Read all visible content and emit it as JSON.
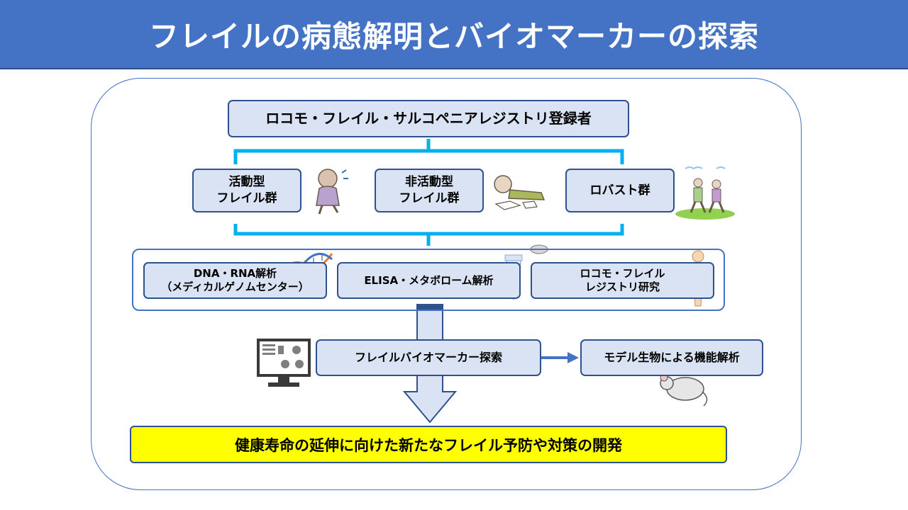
{
  "header": {
    "title": "フレイルの病態解明とバイオマーカーの探索"
  },
  "registry": {
    "label": "ロコモ・フレイル・サルコペニアレジストリ登録者"
  },
  "groups": [
    {
      "label": "活動型\nフレイル群"
    },
    {
      "label": "非活動型\nフレイル群"
    },
    {
      "label": "ロバスト群"
    }
  ],
  "analyses": [
    {
      "label": "DNA・RNA解析\n（メディカルゲノムセンター）"
    },
    {
      "label": "ELISA・メタボローム解析"
    },
    {
      "label": "ロコモ・フレイル\nレジストリ研究"
    }
  ],
  "biomarker": {
    "label": "フレイルバイオマーカー探索"
  },
  "model": {
    "label": "モデル生物による機能解析"
  },
  "result": {
    "label": "健康寿命の延伸に向けた新たなフレイル予防や対策の開発"
  },
  "colors": {
    "header_bg": "#4472c4",
    "box_fill": "#dae3f3",
    "box_border": "#2f528f",
    "bracket": "#00b0f0",
    "result_fill": "#ffff00"
  }
}
